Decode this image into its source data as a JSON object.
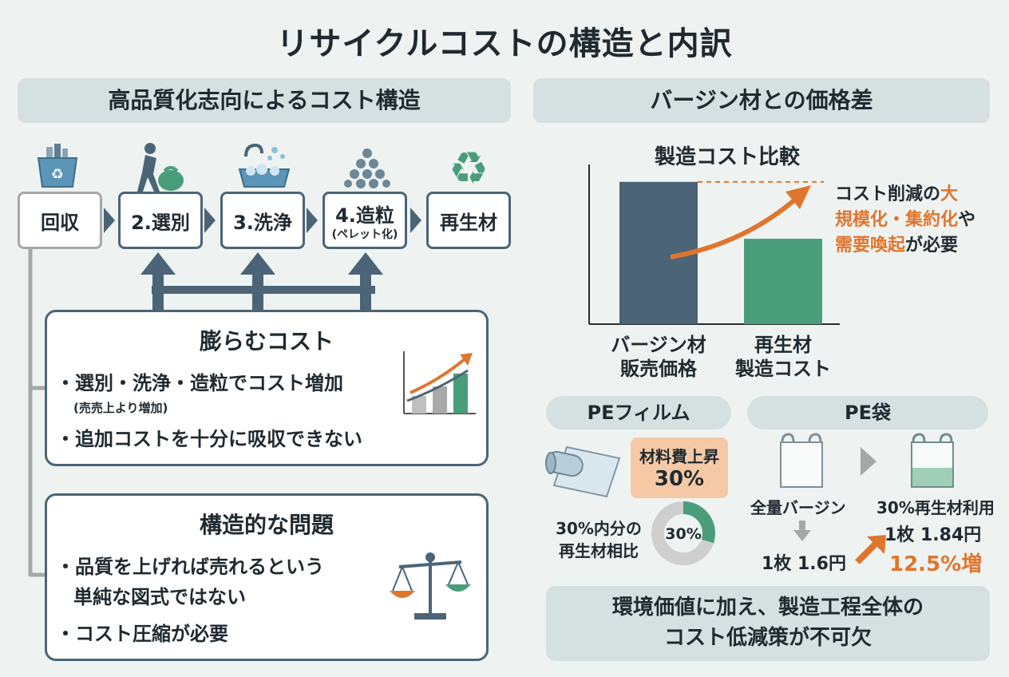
{
  "title": "リサイクルコストの構造と内訳",
  "left": {
    "header": "高品質化志向によるコスト構造",
    "steps": [
      {
        "label": "回収",
        "sub": ""
      },
      {
        "label": "2.選別",
        "sub": ""
      },
      {
        "label": "3.洗浄",
        "sub": ""
      },
      {
        "label": "4.造粒",
        "sub": "(ペレット化)"
      },
      {
        "label": "再生材",
        "sub": ""
      }
    ],
    "icons": [
      "recycle-bin-icon",
      "sorting-worker-icon",
      "washing-tub-icon",
      "pellets-icon",
      "recycle-arrows-icon"
    ],
    "rising_cost": {
      "title": "膨らむコスト",
      "bullet1": "・選別・洗浄・造粒でコスト増加",
      "note": "(売売上より増加)",
      "bullet2": "・追加コストを十分に吸収できない"
    },
    "structural": {
      "title": "構造的な問題",
      "bullet1_line1": "・品質を上げれば売れるという",
      "bullet1_line2": "単純な図式ではない",
      "bullet2": "・コスト圧縮が必要"
    }
  },
  "right": {
    "header": "バージン材との価格差",
    "chart_title": "製造コスト比較",
    "annotation": {
      "p1": "コスト削減の",
      "p2": "大",
      "p3": "規模化・集約化",
      "p4": "や",
      "p5": "需要喚起",
      "p6": "が必要"
    },
    "pe_film": {
      "label": "PEフィルム",
      "callout_line1": "材料費上昇",
      "callout_line2": "30%",
      "donut_label_line1": "30%内分の",
      "donut_label_line2": "再生材相比",
      "donut_value": "30%",
      "donut_fraction": 0.3
    },
    "pe_bag": {
      "label": "PE袋",
      "virgin_label": "全量バージン",
      "virgin_price": "1枚 1.6円",
      "recycled_label": "30%再生材利用",
      "recycled_price": "1枚 1.84円",
      "increase": "12.5%増"
    },
    "conclusion_line1": "環境価値に加え、製造工程全体の",
    "conclusion_line2": "コスト低減策が不可欠"
  },
  "colors": {
    "navy": "#4b6477",
    "green": "#4a9d7b",
    "orange": "#e0752e",
    "header_bg": "#d5e1e1"
  },
  "chart_data": {
    "type": "bar",
    "title": "製造コスト比較",
    "categories": [
      "バージン材販売価格",
      "再生材製造コスト"
    ],
    "category_lines": [
      [
        "バージン材",
        "販売価格"
      ],
      [
        "再生材",
        "製造コスト"
      ]
    ],
    "values": [
      100,
      60
    ],
    "ylim": [
      0,
      110
    ],
    "colors": [
      "#4b6477",
      "#4a9d7b"
    ],
    "grid": false
  }
}
